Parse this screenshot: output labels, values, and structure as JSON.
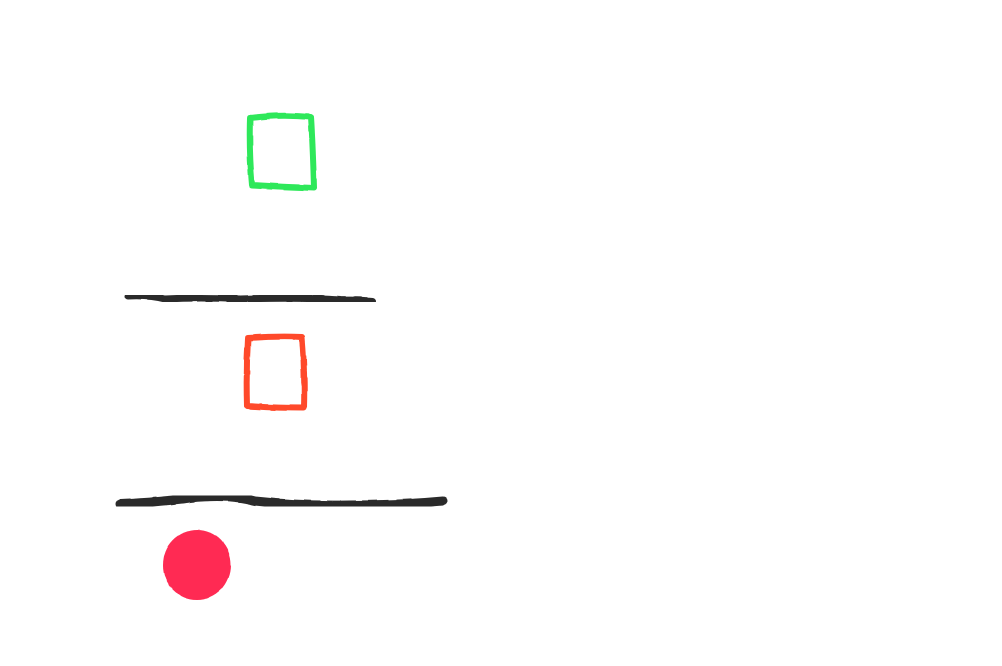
{
  "drawing": {
    "background_color": "#ffffff",
    "elements": [
      {
        "kind": "outlined-rectangle",
        "name": "green-square",
        "stroke_color": "#2ee85a"
      },
      {
        "kind": "stroke-line",
        "name": "upper-black-line",
        "stroke_color": "#2b2b2b"
      },
      {
        "kind": "outlined-rectangle",
        "name": "orange-rectangle",
        "stroke_color": "#ff4a2a"
      },
      {
        "kind": "stroke-line",
        "name": "lower-black-line",
        "stroke_color": "#2b2b2b"
      },
      {
        "kind": "filled-circle",
        "name": "red-dot",
        "fill_color": "#ff2a52"
      }
    ]
  }
}
